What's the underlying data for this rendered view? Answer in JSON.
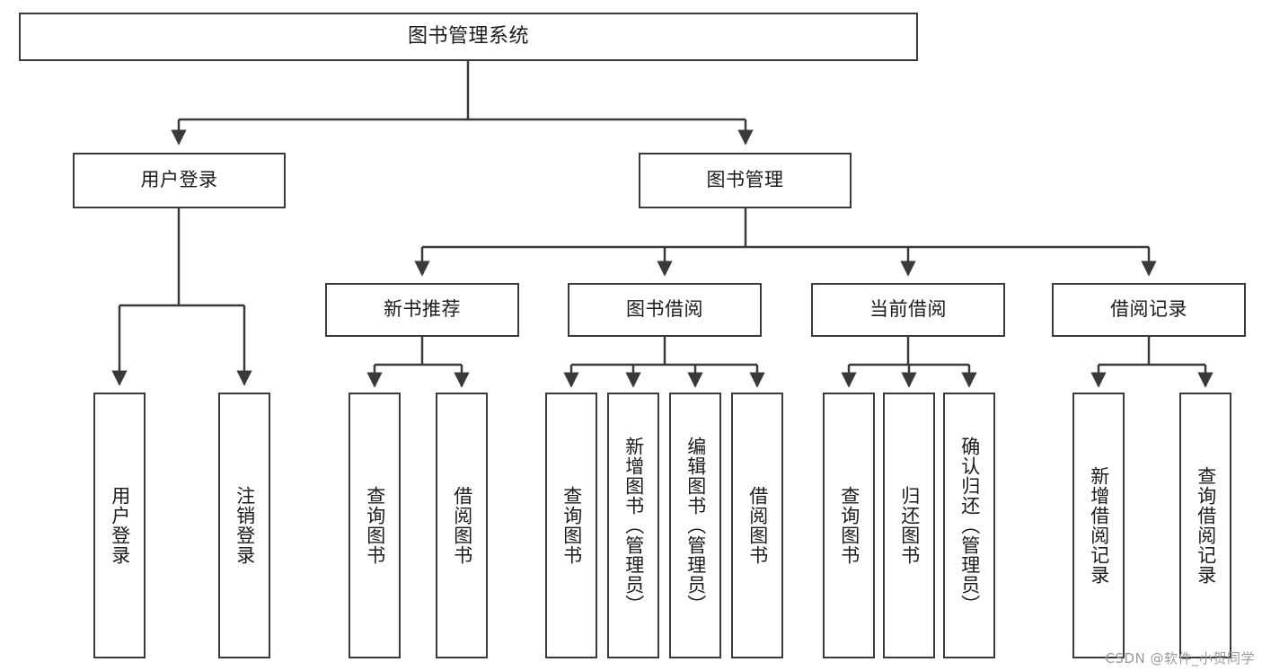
{
  "diagram": {
    "type": "hierarchy-tree",
    "title_node": {
      "label": "图书管理系统"
    },
    "level2": [
      {
        "label": "用户登录"
      },
      {
        "label": "图书管理"
      }
    ],
    "level3": [
      {
        "label": "新书推荐"
      },
      {
        "label": "图书借阅"
      },
      {
        "label": "当前借阅"
      },
      {
        "label": "借阅记录"
      }
    ],
    "leaves": {
      "user_login": [
        {
          "label": "用户登录"
        },
        {
          "label": "注销登录"
        }
      ],
      "new_book_recommend": [
        {
          "label": "查询图书"
        },
        {
          "label": "借阅图书"
        }
      ],
      "book_borrow": [
        {
          "label": "查询图书"
        },
        {
          "label": "新增图书（管理员）"
        },
        {
          "label": "编辑图书（管理员）"
        },
        {
          "label": "借阅图书"
        }
      ],
      "current_borrow": [
        {
          "label": "查询图书"
        },
        {
          "label": "归还图书"
        },
        {
          "label": "确认归还（管理员）"
        }
      ],
      "borrow_record": [
        {
          "label": "新增借阅记录"
        },
        {
          "label": "查询借阅记录"
        }
      ]
    }
  },
  "watermark": {
    "text": "CSDN @软件_小贺同学"
  },
  "colors": {
    "stroke": "#3a3a3a",
    "text": "#1b1b1b",
    "background": "#ffffff",
    "watermark": "#9a9a9a"
  }
}
